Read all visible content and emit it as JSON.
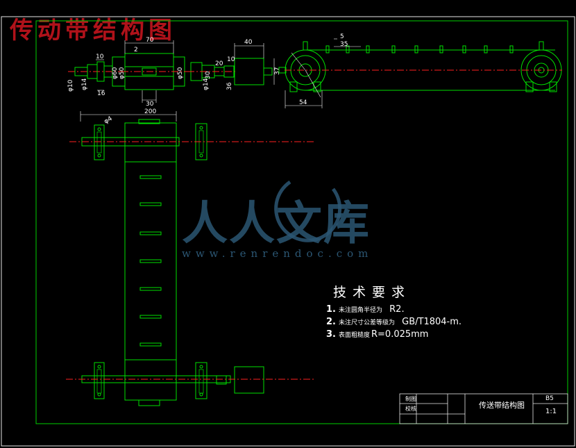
{
  "header": {
    "title": "传动带结构图"
  },
  "watermark": {
    "name": "人人文库",
    "url": "www.renrendoc.com"
  },
  "tech_requirements": {
    "title": "技术要求",
    "items": [
      {
        "num": "1.",
        "label": "未注圆角半径为",
        "value": "R2."
      },
      {
        "num": "2.",
        "label": "未注尺寸公差等级为",
        "value": "GB/T1804-m."
      },
      {
        "num": "3.",
        "label": "表面粗糙度",
        "value": "R=0.025mm"
      }
    ]
  },
  "title_block": {
    "drawing_name": "传送带结构图",
    "row1_label": "制图",
    "row2_label": "校核",
    "size": "B5",
    "scale": "1:1"
  },
  "dimensions": {
    "d70": "70",
    "d10a": "10",
    "d2": "2",
    "d40": "40",
    "d10b": "10",
    "d20": "20",
    "phi10": "φ10",
    "phi14a": "φ14",
    "d16": "16",
    "phi60": "φ60",
    "phi50a": "φ50",
    "phi50b": "φ50",
    "d30a": "30",
    "phi14b": "φ14",
    "d30b": "30",
    "d36": "36",
    "d37": "37",
    "d5": "5",
    "d35": "35",
    "d54": "54",
    "d200": "200",
    "phi4": "φ4"
  },
  "colors": {
    "frame": "#00d000",
    "part": "#00e000",
    "centerline": "#ff2020",
    "title_red": "#b0121a",
    "watermark": "#2b5673"
  }
}
